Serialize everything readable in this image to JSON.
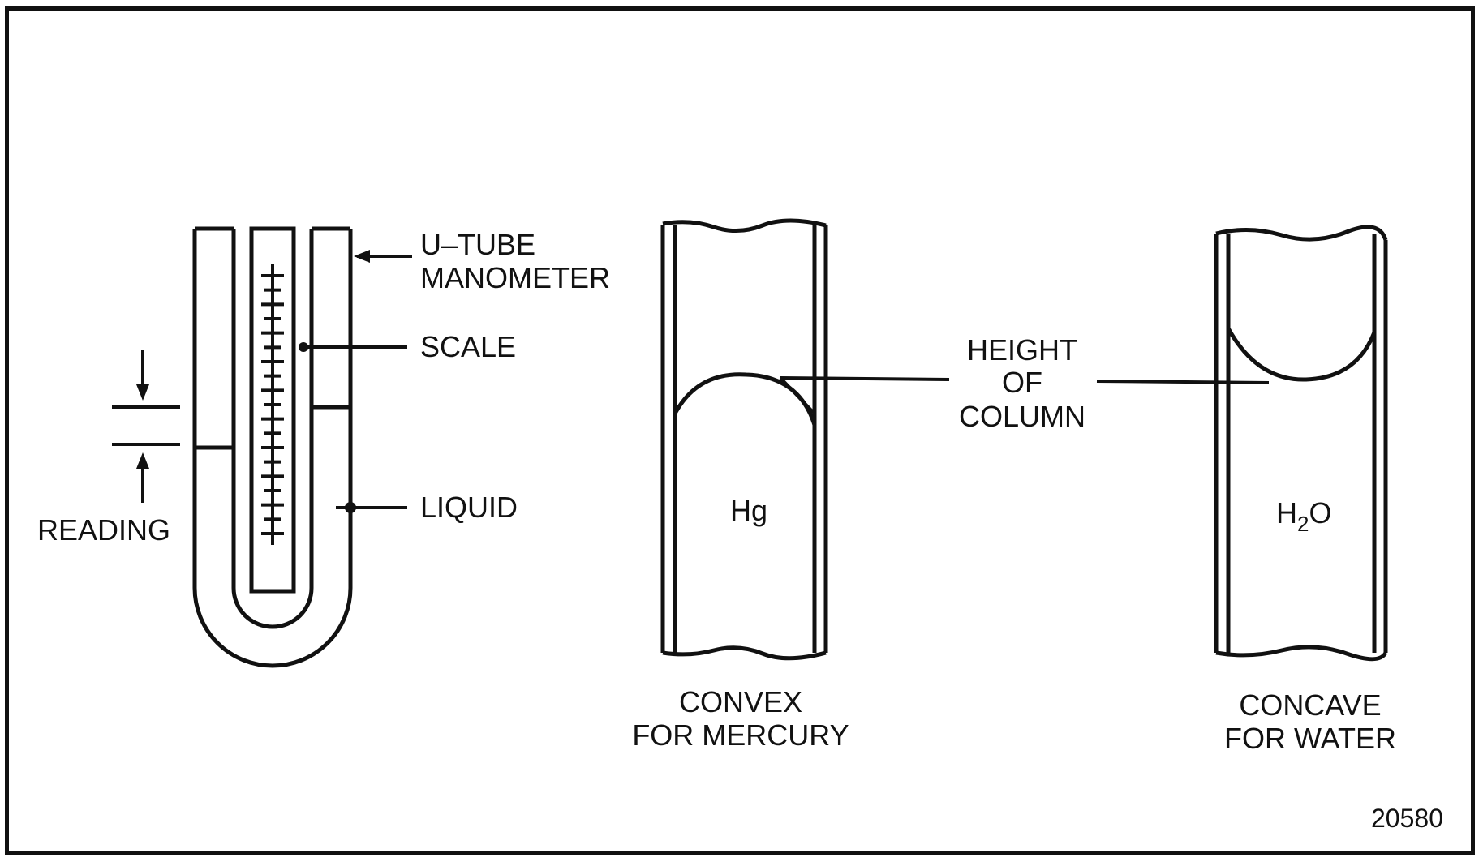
{
  "labels": {
    "u_tube_line1": "U–TUBE",
    "u_tube_line2": "MANOMETER",
    "scale": "SCALE",
    "liquid": "LIQUID",
    "reading": "READING",
    "height_line1": "HEIGHT",
    "height_line2": "OF",
    "height_line3": "COLUMN",
    "hg": "Hg",
    "h2o_h": "H",
    "h2o_sub": "2",
    "h2o_o": "O",
    "convex_line1": "CONVEX",
    "convex_line2": "FOR MERCURY",
    "concave_line1": "CONCAVE",
    "concave_line2": "FOR WATER",
    "figure_number": "20580"
  }
}
